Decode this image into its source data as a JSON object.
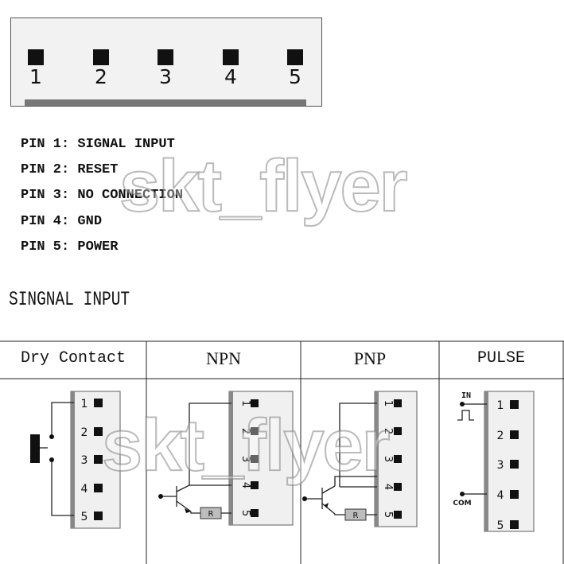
{
  "connector": {
    "pins": [
      "1",
      "2",
      "3",
      "4",
      "5"
    ]
  },
  "pin_list": [
    "PIN 1: SIGNAL INPUT",
    "PIN 2: RESET",
    "PIN 3: NO CONNECTION",
    "PIN 4: GND",
    "PIN 5: POWER"
  ],
  "section_title": "SINGNAL INPUT",
  "table": {
    "headers": [
      "Dry Contact",
      "NPN",
      "PNP",
      "PULSE"
    ],
    "pin_numbers": [
      "1",
      "2",
      "3",
      "4",
      "5"
    ],
    "resistor_label": "R",
    "pulse_in_label": "IN",
    "pulse_com_label": "COM"
  },
  "watermark": "skt_flyer"
}
